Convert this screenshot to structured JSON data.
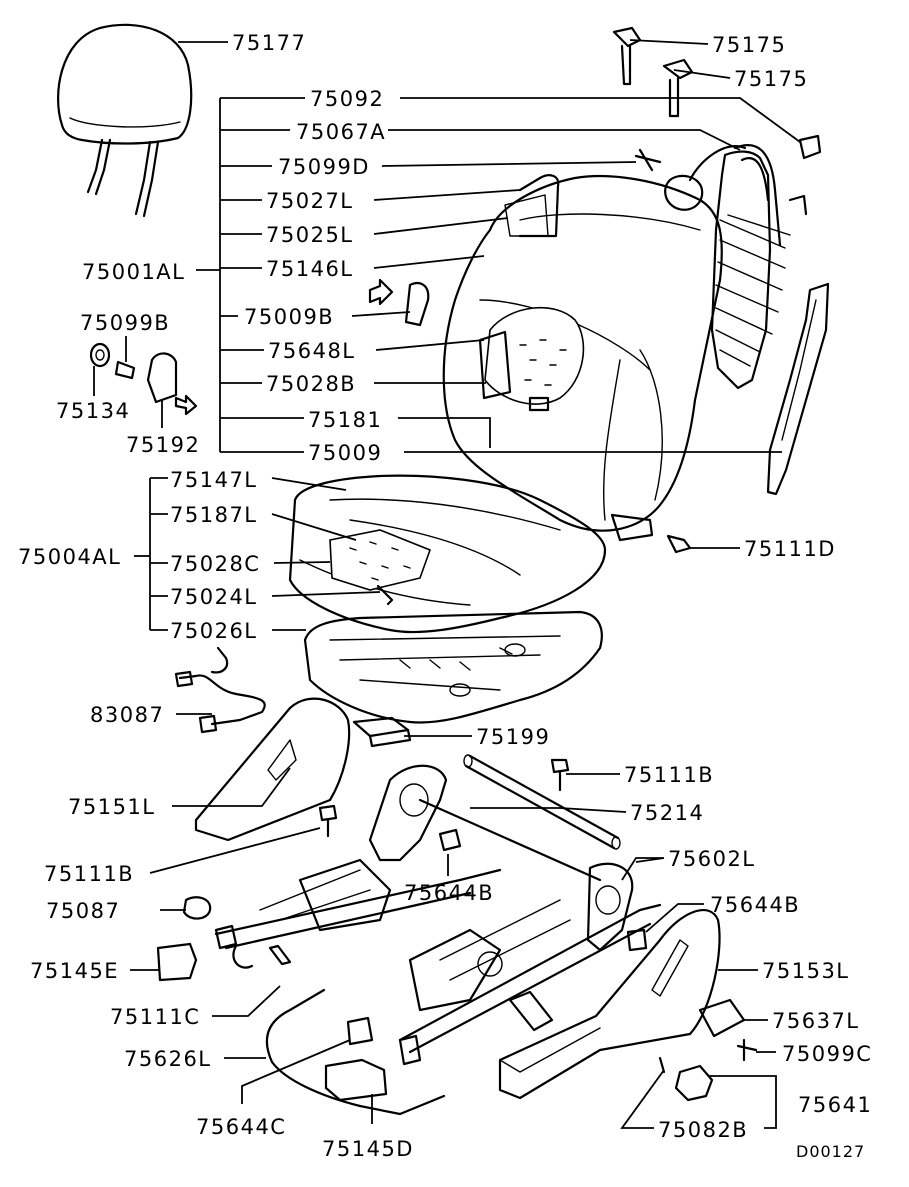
{
  "diagram": {
    "code": "D00127",
    "callouts": [
      {
        "id": "c01",
        "text": "75177"
      },
      {
        "id": "c02",
        "text": "75175"
      },
      {
        "id": "c03",
        "text": "75175"
      },
      {
        "id": "c04",
        "text": "75092"
      },
      {
        "id": "c05",
        "text": "75067A"
      },
      {
        "id": "c06",
        "text": "75099D"
      },
      {
        "id": "c07",
        "text": "75027L"
      },
      {
        "id": "c08",
        "text": "75025L"
      },
      {
        "id": "c09",
        "text": "75001AL"
      },
      {
        "id": "c10",
        "text": "75146L"
      },
      {
        "id": "c11",
        "text": "75009B"
      },
      {
        "id": "c12",
        "text": "75099B"
      },
      {
        "id": "c13",
        "text": "75648L"
      },
      {
        "id": "c14",
        "text": "75028B"
      },
      {
        "id": "c15",
        "text": "75134"
      },
      {
        "id": "c16",
        "text": "75181"
      },
      {
        "id": "c17",
        "text": "75192"
      },
      {
        "id": "c18",
        "text": "75009"
      },
      {
        "id": "c19",
        "text": "75147L"
      },
      {
        "id": "c20",
        "text": "75187L"
      },
      {
        "id": "c21",
        "text": "75004AL"
      },
      {
        "id": "c22",
        "text": "75028C"
      },
      {
        "id": "c23",
        "text": "75111D"
      },
      {
        "id": "c24",
        "text": "75024L"
      },
      {
        "id": "c25",
        "text": "75026L"
      },
      {
        "id": "c26",
        "text": "83087"
      },
      {
        "id": "c27",
        "text": "75199"
      },
      {
        "id": "c28",
        "text": "75111B"
      },
      {
        "id": "c29",
        "text": "75151L"
      },
      {
        "id": "c30",
        "text": "75214"
      },
      {
        "id": "c31",
        "text": "75111B"
      },
      {
        "id": "c32",
        "text": "75602L"
      },
      {
        "id": "c33",
        "text": "75644B"
      },
      {
        "id": "c34",
        "text": "75087"
      },
      {
        "id": "c35",
        "text": "75644B"
      },
      {
        "id": "c36",
        "text": "75145E"
      },
      {
        "id": "c37",
        "text": "75153L"
      },
      {
        "id": "c38",
        "text": "75111C"
      },
      {
        "id": "c39",
        "text": "75637L"
      },
      {
        "id": "c40",
        "text": "75626L"
      },
      {
        "id": "c41",
        "text": "75099C"
      },
      {
        "id": "c42",
        "text": "75641"
      },
      {
        "id": "c43",
        "text": "75644C"
      },
      {
        "id": "c44",
        "text": "75082B"
      },
      {
        "id": "c45",
        "text": "75145D"
      }
    ]
  }
}
